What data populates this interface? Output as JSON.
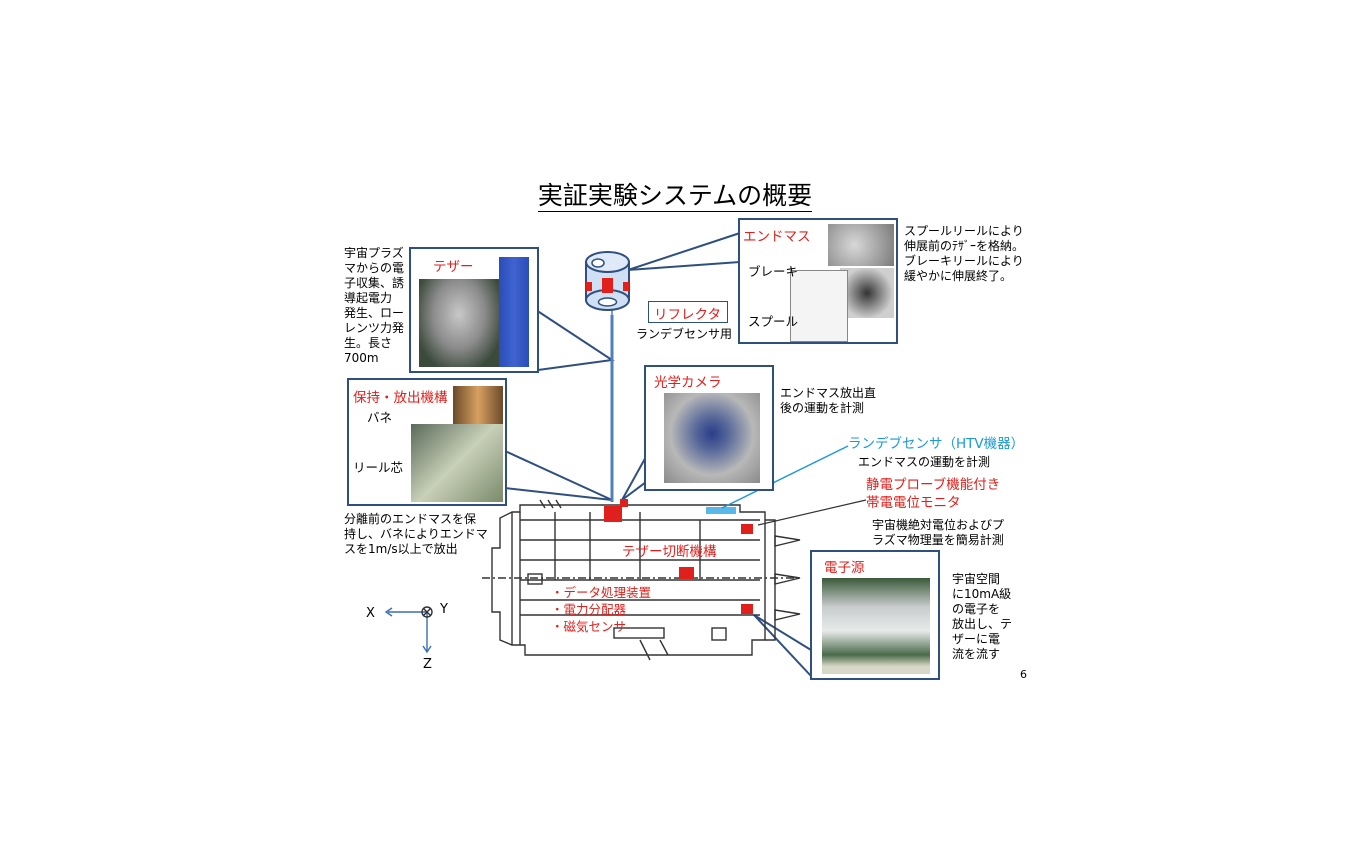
{
  "title": "実証実験システムの概要",
  "tether": {
    "heading": "テザー",
    "desc": [
      "宇宙プラズ",
      "マからの電",
      "子収集、誘",
      "導起電力",
      "発生、ロー",
      "レンツ力発",
      "生。長さ",
      "700m"
    ]
  },
  "endmass": {
    "heading": "エンドマス",
    "brake_label": "ブレーキ",
    "spool_label": "スプール",
    "desc": [
      "スプールリールにより",
      "伸展前のﾃｻﾞｰを格納。",
      "ブレーキリールにより",
      "緩やかに伸展終了。"
    ]
  },
  "reflector": {
    "label": "リフレクタ",
    "sub": "ランデブセンサ用"
  },
  "holder": {
    "heading": "保持・放出機構",
    "spring_label": "バネ",
    "reel_label": "リール芯",
    "desc": [
      "分離前のエンドマスを保",
      "持し、バネによりエンドマ",
      "スを1m/s以上で放出"
    ]
  },
  "camera": {
    "heading": "光学カメラ",
    "desc": [
      "エンドマス放出直",
      "後の運動を計測"
    ]
  },
  "rendezvous": {
    "heading": "ランデブセンサ（HTV機器）",
    "desc": "エンドマスの運動を計測"
  },
  "electrostatic": {
    "heading": [
      "静電プローブ機能付き",
      "帯電電位モニタ"
    ],
    "desc": [
      "宇宙機絶対電位およびプ",
      "ラズマ物理量を簡易計測"
    ]
  },
  "cutter": {
    "label": "テザー切断機構"
  },
  "internal": {
    "items": [
      "・データ処理装置",
      "・電力分配器",
      "・磁気センサ"
    ]
  },
  "electron": {
    "heading": "電子源",
    "desc": [
      "宇宙空間",
      "に10mA級",
      "の電子を",
      "放出し、テ",
      "ザーに電",
      "流を流す"
    ]
  },
  "axes": {
    "x": "X",
    "y": "Y",
    "z": "Z"
  },
  "page_number": "6",
  "colors": {
    "frame": "#2f4f7f",
    "accent_red": "#e0201c",
    "accent_blue": "#1a9ad6",
    "tether_line": "#4f7fbf"
  }
}
